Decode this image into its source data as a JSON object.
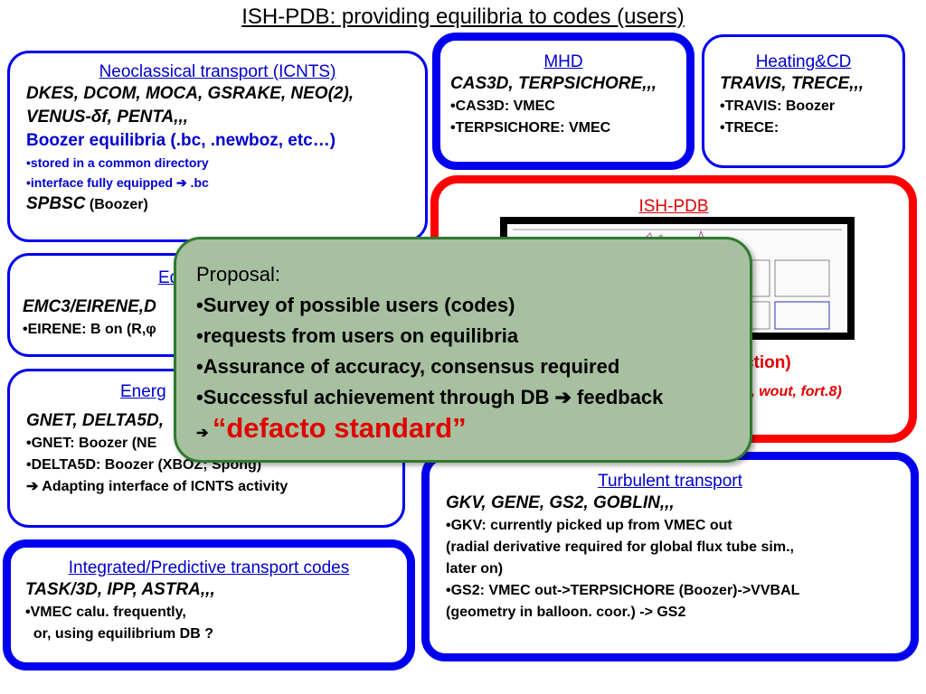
{
  "title": "ISH-PDB:    providing equilibria to codes (users)",
  "neoclassical": {
    "heading": "Neoclassical transport (ICNTS)",
    "codes1": "DKES, DCOM, MOCA, GSRAKE, NEO(2),",
    "codes2": "VENUS-δf, PENTA,,,",
    "boozer": "Boozer equilibria (.bc, .newboz, etc…)",
    "b1": "•stored in a common directory",
    "b2a": "•interface fully equipped ",
    "b2b": " .bc",
    "spbsc": "SPBSC",
    "spbsc_note": " (Boozer)"
  },
  "mhd": {
    "heading": "MHD",
    "codes": "CAS3D, TERPSICHORE,,,",
    "b1": "•CAS3D: VMEC",
    "b2": "•TERPSICHORE: VMEC"
  },
  "heating": {
    "heading": "Heating&CD",
    "codes": "TRAVIS, TRECE,,,",
    "b1": "•TRAVIS: Boozer",
    "b2": "•TRECE:"
  },
  "ishpdb": {
    "heading": "ISH-PDB",
    "tail1": "ction)",
    "tail2": "r, wout, fort.8)"
  },
  "edge": {
    "heading": "Ed",
    "codes": "EMC3/EIRENE,D",
    "b1": "•EIRENE: B on (R,φ"
  },
  "energetic": {
    "heading": "Energ",
    "codes": "GNET, DELTA5D,",
    "b1": "•GNET: Boozer (NE",
    "b2": "•DELTA5D: Boozer (XBOZ; Spong)",
    "b3": " Adapting interface of ICNTS activity"
  },
  "turbulent": {
    "heading": "Turbulent transport",
    "codes": "GKV, GENE, GS2, GOBLIN,,,",
    "b1": "•GKV: currently picked up from VMEC out",
    "b2": " (radial derivative required for global flux tube sim.,",
    "b3": "later on)",
    "b4": "•GS2: VMEC out->TERPSICHORE (Boozer)->VVBAL",
    "b5": "(geometry in balloon. coor.) -> GS2"
  },
  "integrated": {
    "heading": "Integrated/Predictive transport codes",
    "codes": "TASK/3D, IPP, ASTRA,,,",
    "b1": "•VMEC calu. frequently,",
    "b2": "  or, using equilibrium DB ?"
  },
  "proposal": {
    "l0": "Proposal:",
    "l1": "•Survey of possible users (codes)",
    "l2": "•requests from users on equilibria",
    "l3": "•Assurance of accuracy, consensus required",
    "l4a": "•Successful achievement through DB ",
    "l4b": " feedback",
    "l5": "“defacto standard”"
  }
}
